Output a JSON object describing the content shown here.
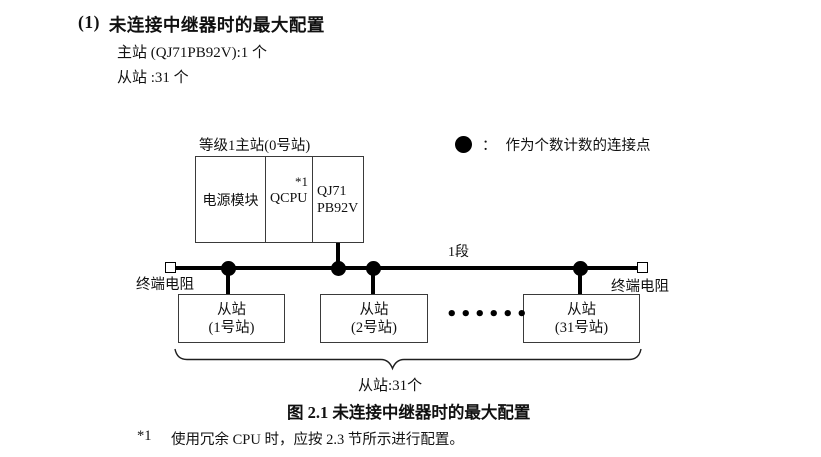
{
  "heading": {
    "number": "(1)",
    "title": "未连接中继器时的最大配置",
    "master_line": "主站 (QJ71PB92V):1 个",
    "slave_line": "从站 :31 个"
  },
  "diagram": {
    "master": {
      "label": "等级1主站(0号站)",
      "power_module": "电源模块",
      "cpu": "QCPU",
      "cpu_note": "*1",
      "pb92v_line1": "QJ71",
      "pb92v_line2": "PB92V"
    },
    "legend": {
      "separator": "：",
      "label": "作为个数计数的连接点"
    },
    "bus": {
      "segment_label": "1段",
      "terminator_left_label": "终端电阻",
      "terminator_right_label": "终端电阻"
    },
    "slaves": [
      {
        "line1": "从站",
        "line2": "(1号站)"
      },
      {
        "line1": "从站",
        "line2": "(2号站)"
      },
      {
        "line1": "从站",
        "line2": "(31号站)"
      }
    ],
    "ellipsis": "••••••",
    "brace_label": "从站:31个"
  },
  "caption": "图 2.1 未连接中继器时的最大配置",
  "footnote": {
    "ref": "*1",
    "text": "使用冗余 CPU 时，应按 2.3 节所示进行配置。"
  },
  "colors": {
    "ink": "#000000",
    "border": "#3a3a3a",
    "background": "#ffffff"
  }
}
